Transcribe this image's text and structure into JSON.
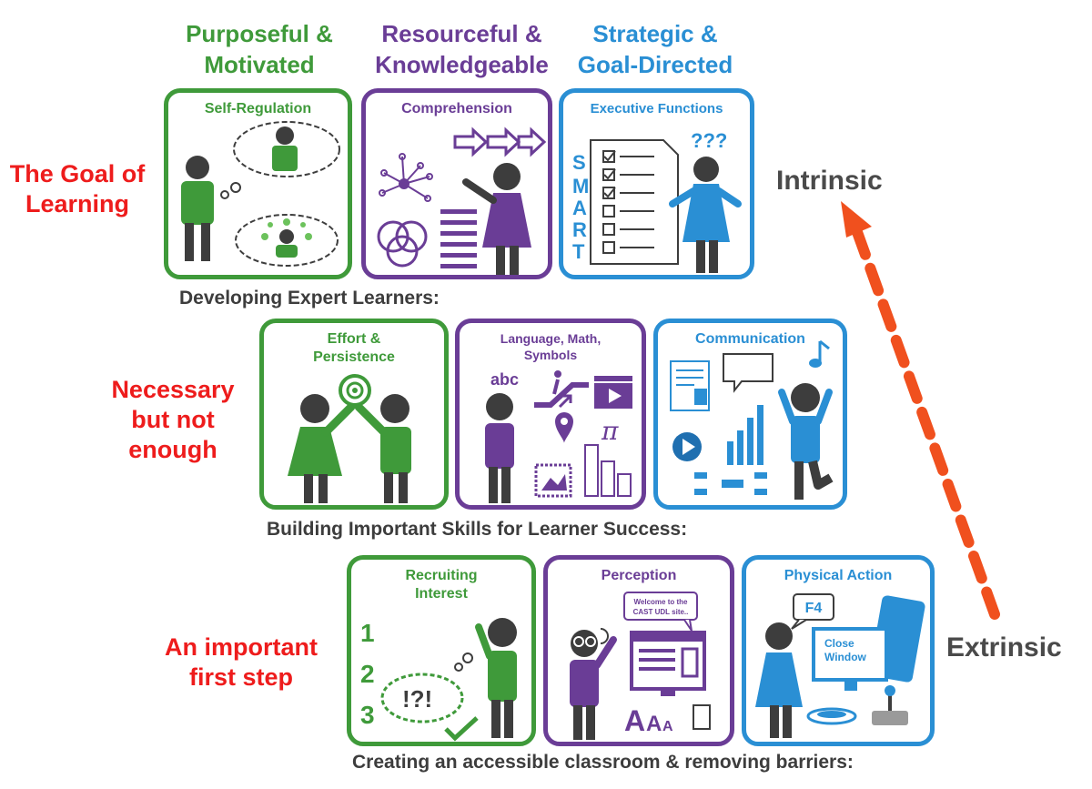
{
  "columns": {
    "engagement": {
      "line1": "Purposeful &",
      "line2": "Motivated"
    },
    "representation": {
      "line1": "Resourceful &",
      "line2": "Knowledgeable"
    },
    "action": {
      "line1": "Strategic &",
      "line2": "Goal-Directed"
    }
  },
  "rows": {
    "top": {
      "side_line1": "The Goal of",
      "side_line2": "Learning",
      "caption": "Developing Expert Learners:",
      "cards": [
        "Self-Regulation",
        "Comprehension",
        "Executive Functions"
      ]
    },
    "middle": {
      "side_line1": "Necessary",
      "side_line2": "but not",
      "side_line3": "enough",
      "caption": "Building Important Skills for Learner Success:",
      "cards": [
        {
          "line1": "Effort &",
          "line2": "Persistence"
        },
        {
          "line1": "Language, Math,",
          "line2": "Symbols"
        },
        {
          "line1": "Communication",
          "line2": ""
        }
      ]
    },
    "bottom": {
      "side_line1": "An important",
      "side_line2": "first step",
      "caption": "Creating an accessible classroom & removing barriers:",
      "cards": [
        {
          "line1": "Recruiting",
          "line2": "Interest"
        },
        {
          "line1": "Perception",
          "line2": ""
        },
        {
          "line1": "Physical Action",
          "line2": ""
        }
      ]
    }
  },
  "axis": {
    "top": "Intrinsic",
    "bottom": "Extrinsic"
  },
  "card_text": {
    "questions": "???",
    "smart": [
      "S",
      "M",
      "A",
      "R",
      "T"
    ],
    "abc": "abc",
    "pi": "π",
    "recruit_numbers": [
      "1",
      "2",
      "3"
    ],
    "recruit_thought": "!?!",
    "screen_bubble_line1": "Welcome to the",
    "screen_bubble_line2": "CAST UDL site..",
    "aaa": [
      "A",
      "A",
      "A"
    ],
    "f4": "F4",
    "close_line1": "Close",
    "close_line2": "Window"
  },
  "colors": {
    "green": "#3f9a3a",
    "purple": "#6a3d96",
    "blue": "#2a8fd4",
    "red": "#ee1c1c",
    "arrow": "#f0501e",
    "figure": "#3d3d3d"
  }
}
